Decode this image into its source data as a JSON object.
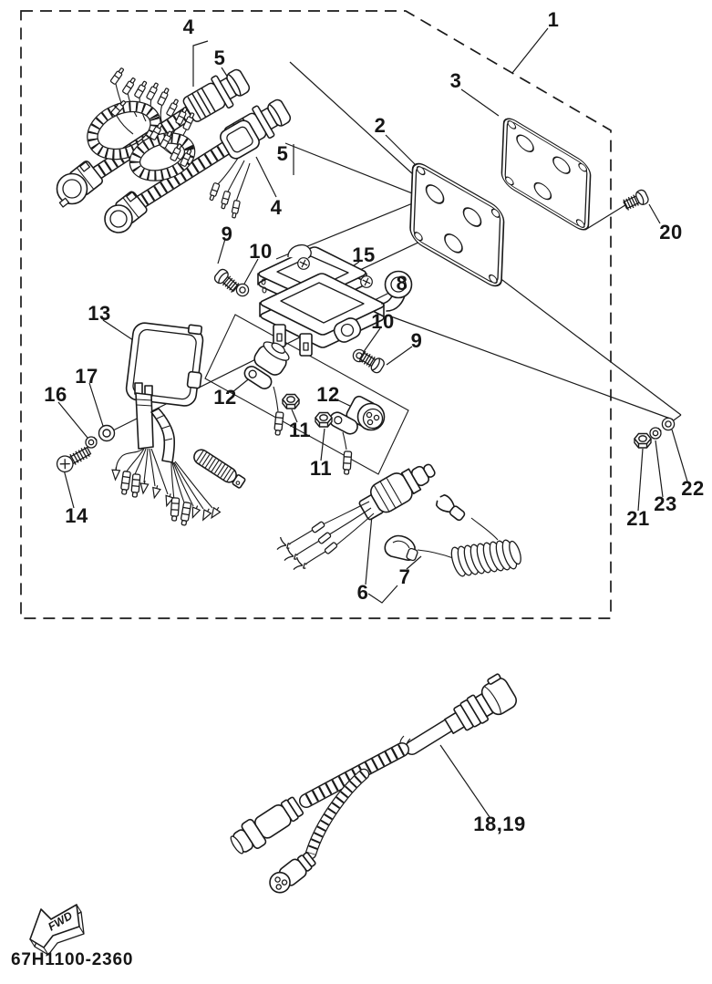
{
  "diagram": {
    "drawing_number": "67H1100-2360",
    "orientation_label": "FWD"
  },
  "colors": {
    "line": "#1a1a1a",
    "background": "#ffffff"
  },
  "callouts": [
    {
      "label": "4"
    },
    {
      "label": "5"
    },
    {
      "label": "1"
    },
    {
      "label": "3"
    },
    {
      "label": "2"
    },
    {
      "label": "5"
    },
    {
      "label": "4"
    },
    {
      "label": "20"
    },
    {
      "label": "9"
    },
    {
      "label": "10"
    },
    {
      "label": "15"
    },
    {
      "label": "8"
    },
    {
      "label": "13"
    },
    {
      "label": "10"
    },
    {
      "label": "9"
    },
    {
      "label": "17"
    },
    {
      "label": "16"
    },
    {
      "label": "12"
    },
    {
      "label": "12"
    },
    {
      "label": "11"
    },
    {
      "label": "11"
    },
    {
      "label": "14"
    },
    {
      "label": "6"
    },
    {
      "label": "7"
    },
    {
      "label": "22"
    },
    {
      "label": "23"
    },
    {
      "label": "21"
    },
    {
      "label": "18,19"
    }
  ]
}
